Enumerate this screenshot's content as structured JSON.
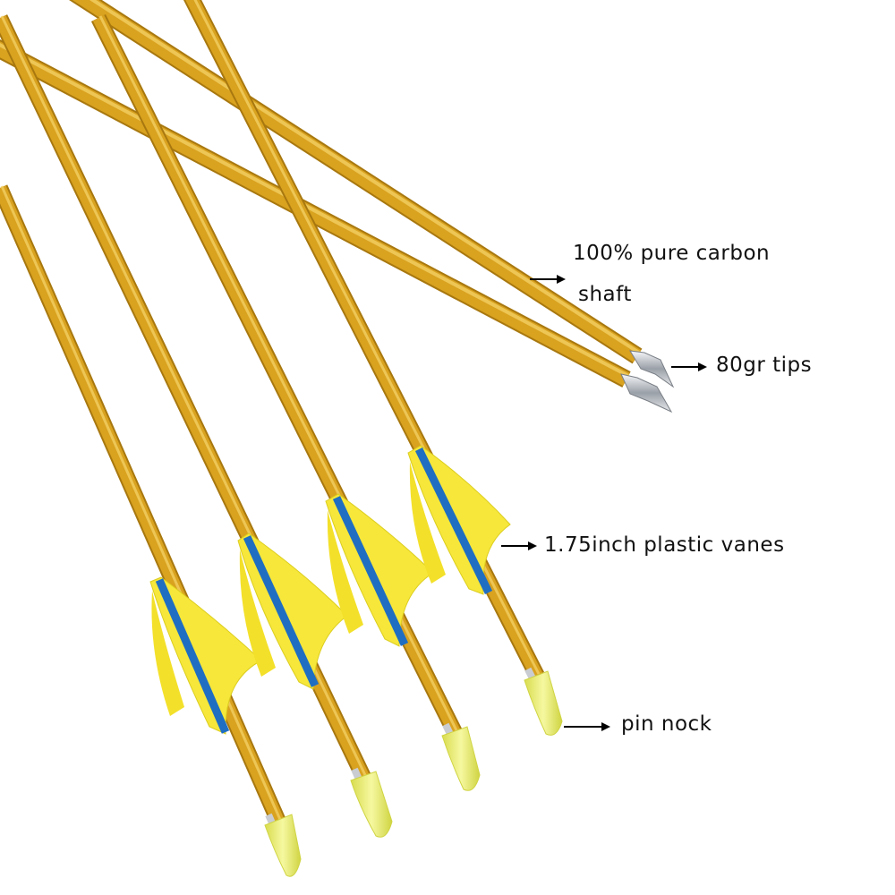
{
  "labels": {
    "shaft_line1": "100% pure carbon",
    "shaft_line2": "shaft",
    "tips": "80gr tips",
    "vanes": "1.75inch plastic vanes",
    "nock": "pin nock"
  },
  "colors": {
    "shaft": "#d9a21f",
    "shaft_highlight": "#f2cf63",
    "shaft_shadow": "#a8780f",
    "vane": "#f6e73a",
    "vane_shadow": "#dccd1e",
    "cock_vane_stripe": "#1f6ec2",
    "nock": "#eef27a",
    "tip": "#c9ccd1",
    "background": "#ffffff"
  },
  "icons": {
    "pointer": "right-arrow-icon"
  }
}
